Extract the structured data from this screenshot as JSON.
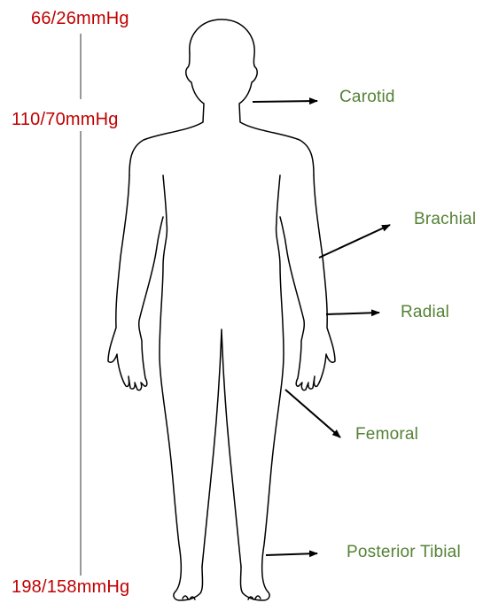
{
  "colors": {
    "pressure_text": "#c00000",
    "site_text": "#548235",
    "scale_line": "#7f7f7f",
    "body_outline": "#000000",
    "arrow": "#000000"
  },
  "pressure_scale": {
    "top": "66/26mmHg",
    "middle": "110/70mmHg",
    "bottom": "198/158mmHg"
  },
  "pulse_sites": {
    "carotid": "Carotid",
    "brachial": "Brachial",
    "radial": "Radial",
    "femoral": "Femoral",
    "posterior_tibial": "Posterior Tibial"
  }
}
